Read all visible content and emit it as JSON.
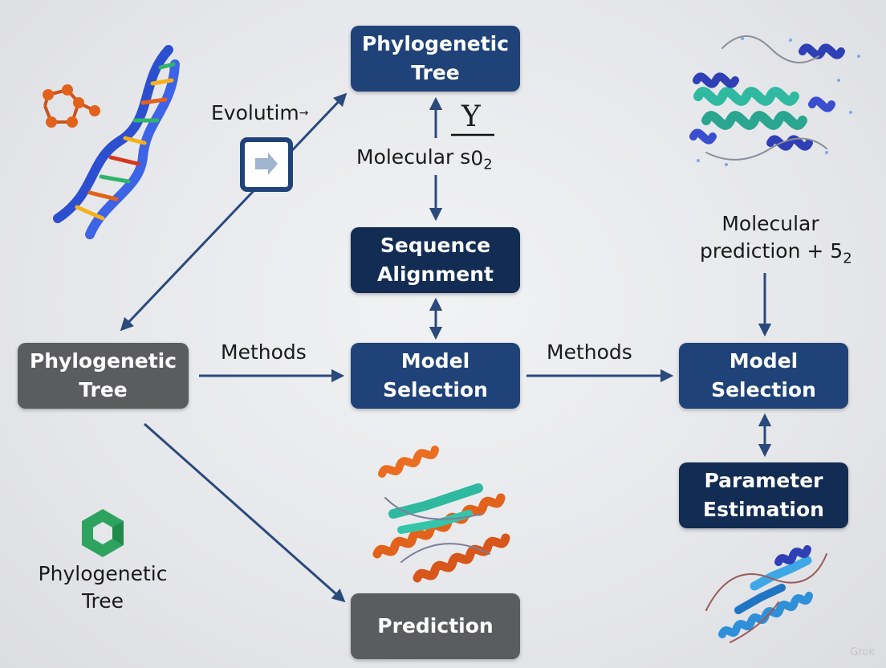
{
  "boxes": {
    "top_tree": {
      "line1": "Phylogenetic",
      "line2": "Tree"
    },
    "sequence_alignment": {
      "line1": "Sequence",
      "line2": "Alignment"
    },
    "left_tree": {
      "line1": "Phylogenetic",
      "line2": "Tree"
    },
    "model_selection_center": {
      "line1": "Model",
      "line2": "Selection"
    },
    "model_selection_right": {
      "line1": "Model",
      "line2": "Selection"
    },
    "parameter_estimation": {
      "line1": "Parameter",
      "line2": "Estimation"
    },
    "prediction": {
      "line1": "Prediction"
    }
  },
  "labels": {
    "evolution": "Evolutim",
    "evolution_mark": "→",
    "molecular_left": "Molecular s",
    "molecular_left_sub": "0",
    "molecular_left_tail": "2",
    "y_symbol": "Y",
    "methods_left": "Methods",
    "methods_right": "Methods",
    "molecular_prediction_line1": "Molecular",
    "molecular_prediction_line2": "prediction + 5",
    "molecular_prediction_sub": "2",
    "logo_caption_line1": "Phylogenetic",
    "logo_caption_line2": "Tree",
    "watermark": "Grok"
  },
  "icons": [
    "dna-helix-icon",
    "molecule-icon",
    "arrow-right-icon",
    "protein-structure-icon",
    "hexagon-logo-icon"
  ],
  "colors": {
    "box_blue": "#1f4378",
    "box_navy": "#122c53",
    "box_gray": "#5b5c5e",
    "arrow": "#2a4a7c",
    "dna_blue": "#2c4fd0",
    "helix_orange": "#e2621b",
    "helix_green": "#2fb9a0",
    "logo_green": "#2ea360"
  }
}
